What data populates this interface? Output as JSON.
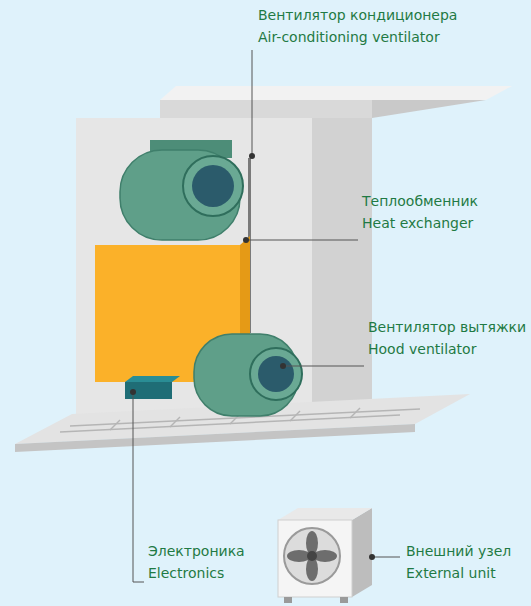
{
  "diagram": {
    "labels": [
      "Вентилятор кондиционера",
      "Air-conditioning ventilator",
      "Теплообменник",
      "Heat exchanger",
      "Вентилятор вытяжки",
      "Hood ventilator",
      "Электроника",
      "Electronics",
      "Внешний узел",
      "External unit"
    ]
  }
}
